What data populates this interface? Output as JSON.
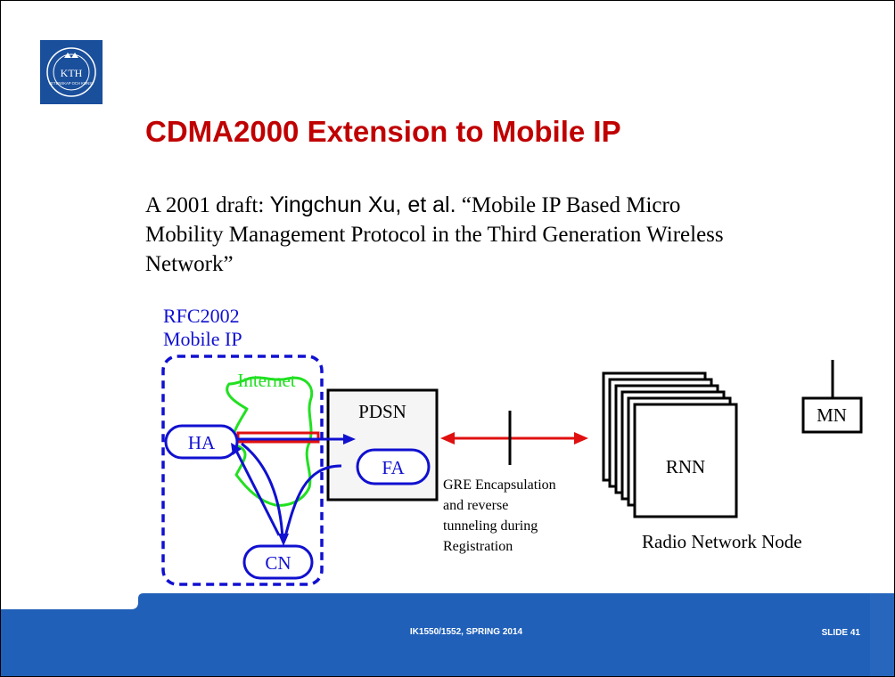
{
  "logo": {
    "text": "KTH",
    "ring_text": "VETENSKAP OCH KONST"
  },
  "title": "CDMA2000 Extension to Mobile IP",
  "body": {
    "line1_a": "A 2001 draft: ",
    "line1_author": "Yingchun Xu, et al.",
    "line1_b": " “Mobile IP Based Micro",
    "line2": "Mobility Management Protocol in the Third Generation Wireless",
    "line3": "Network”"
  },
  "diagram": {
    "rfc_label": "RFC2002",
    "mobile_ip_label": "Mobile IP",
    "internet_label": "Internet",
    "ha_label": "HA",
    "cn_label": "CN",
    "pdsn_label": "PDSN",
    "fa_label": "FA",
    "gre_lines": [
      "GRE Encapsulation",
      "and reverse",
      "tunneling during",
      "Registration"
    ],
    "rnn_label": "RNN",
    "rnn_caption": "Radio Network Node",
    "mn_label": "MN"
  },
  "footer": {
    "course": "IK1550/1552, SPRING 2014",
    "slide_number": "SLIDE 41"
  },
  "colors": {
    "title_red": "#c00000",
    "diagram_blue": "#1010d0",
    "internet_green": "#22e022",
    "tunnel_red": "#e01010",
    "footer_blue": "#2060b8",
    "logo_blue": "#1a4f9c"
  }
}
